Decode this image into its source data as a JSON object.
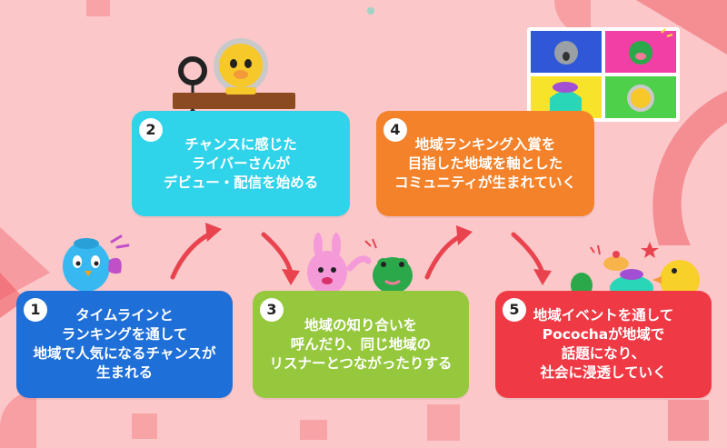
{
  "colors": {
    "background": "#fbc7c9",
    "step1": "#1f6fd8",
    "step2": "#2fd3ea",
    "step3": "#96c83d",
    "step4": "#f3822a",
    "step5": "#ef3a45",
    "arrow": "#e8434f",
    "accent_shape": "#f3777d"
  },
  "steps": [
    {
      "number": "1",
      "text": "タイムラインと\nランキングを通して\n地域で人気になるチャンスが\n生まれる"
    },
    {
      "number": "2",
      "text": "チャンスに感じた\nライバーさんが\nデビュー・配信を始める"
    },
    {
      "number": "3",
      "text": "地域の知り合いを\n呼んだり、同じ地域の\nリスナーとつながったりする"
    },
    {
      "number": "4",
      "text": "地域ランキング入賞を\n目指した地域を軸とした\nコミュニティが生まれていく"
    },
    {
      "number": "5",
      "text": "地域イベントを通して\nPocochaが地域で\n話題になり、\n社会に浸透していく"
    }
  ],
  "icons": {
    "step1": "blue-bird-character-icon",
    "step2": "lion-streamer-with-ring-light-icon",
    "step3": "bunny-and-frog-characters-icon",
    "step4": "video-call-grid-icon",
    "step5": "celebrating-characters-icon"
  }
}
